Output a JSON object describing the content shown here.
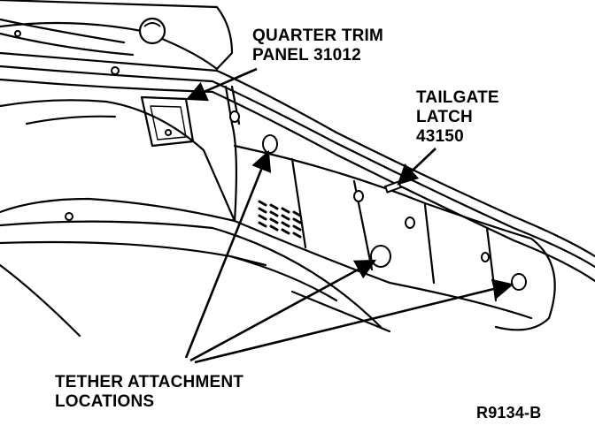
{
  "labels": {
    "quarter_trim": [
      "QUARTER TRIM",
      "PANEL 31012"
    ],
    "tailgate_latch": [
      "TAILGATE",
      "LATCH",
      "43150"
    ],
    "tether": [
      "TETHER ATTACHMENT",
      "LOCATIONS"
    ],
    "figure_id": "R9134-B"
  },
  "colors": {
    "line": "#000000",
    "background": "#ffffff"
  }
}
